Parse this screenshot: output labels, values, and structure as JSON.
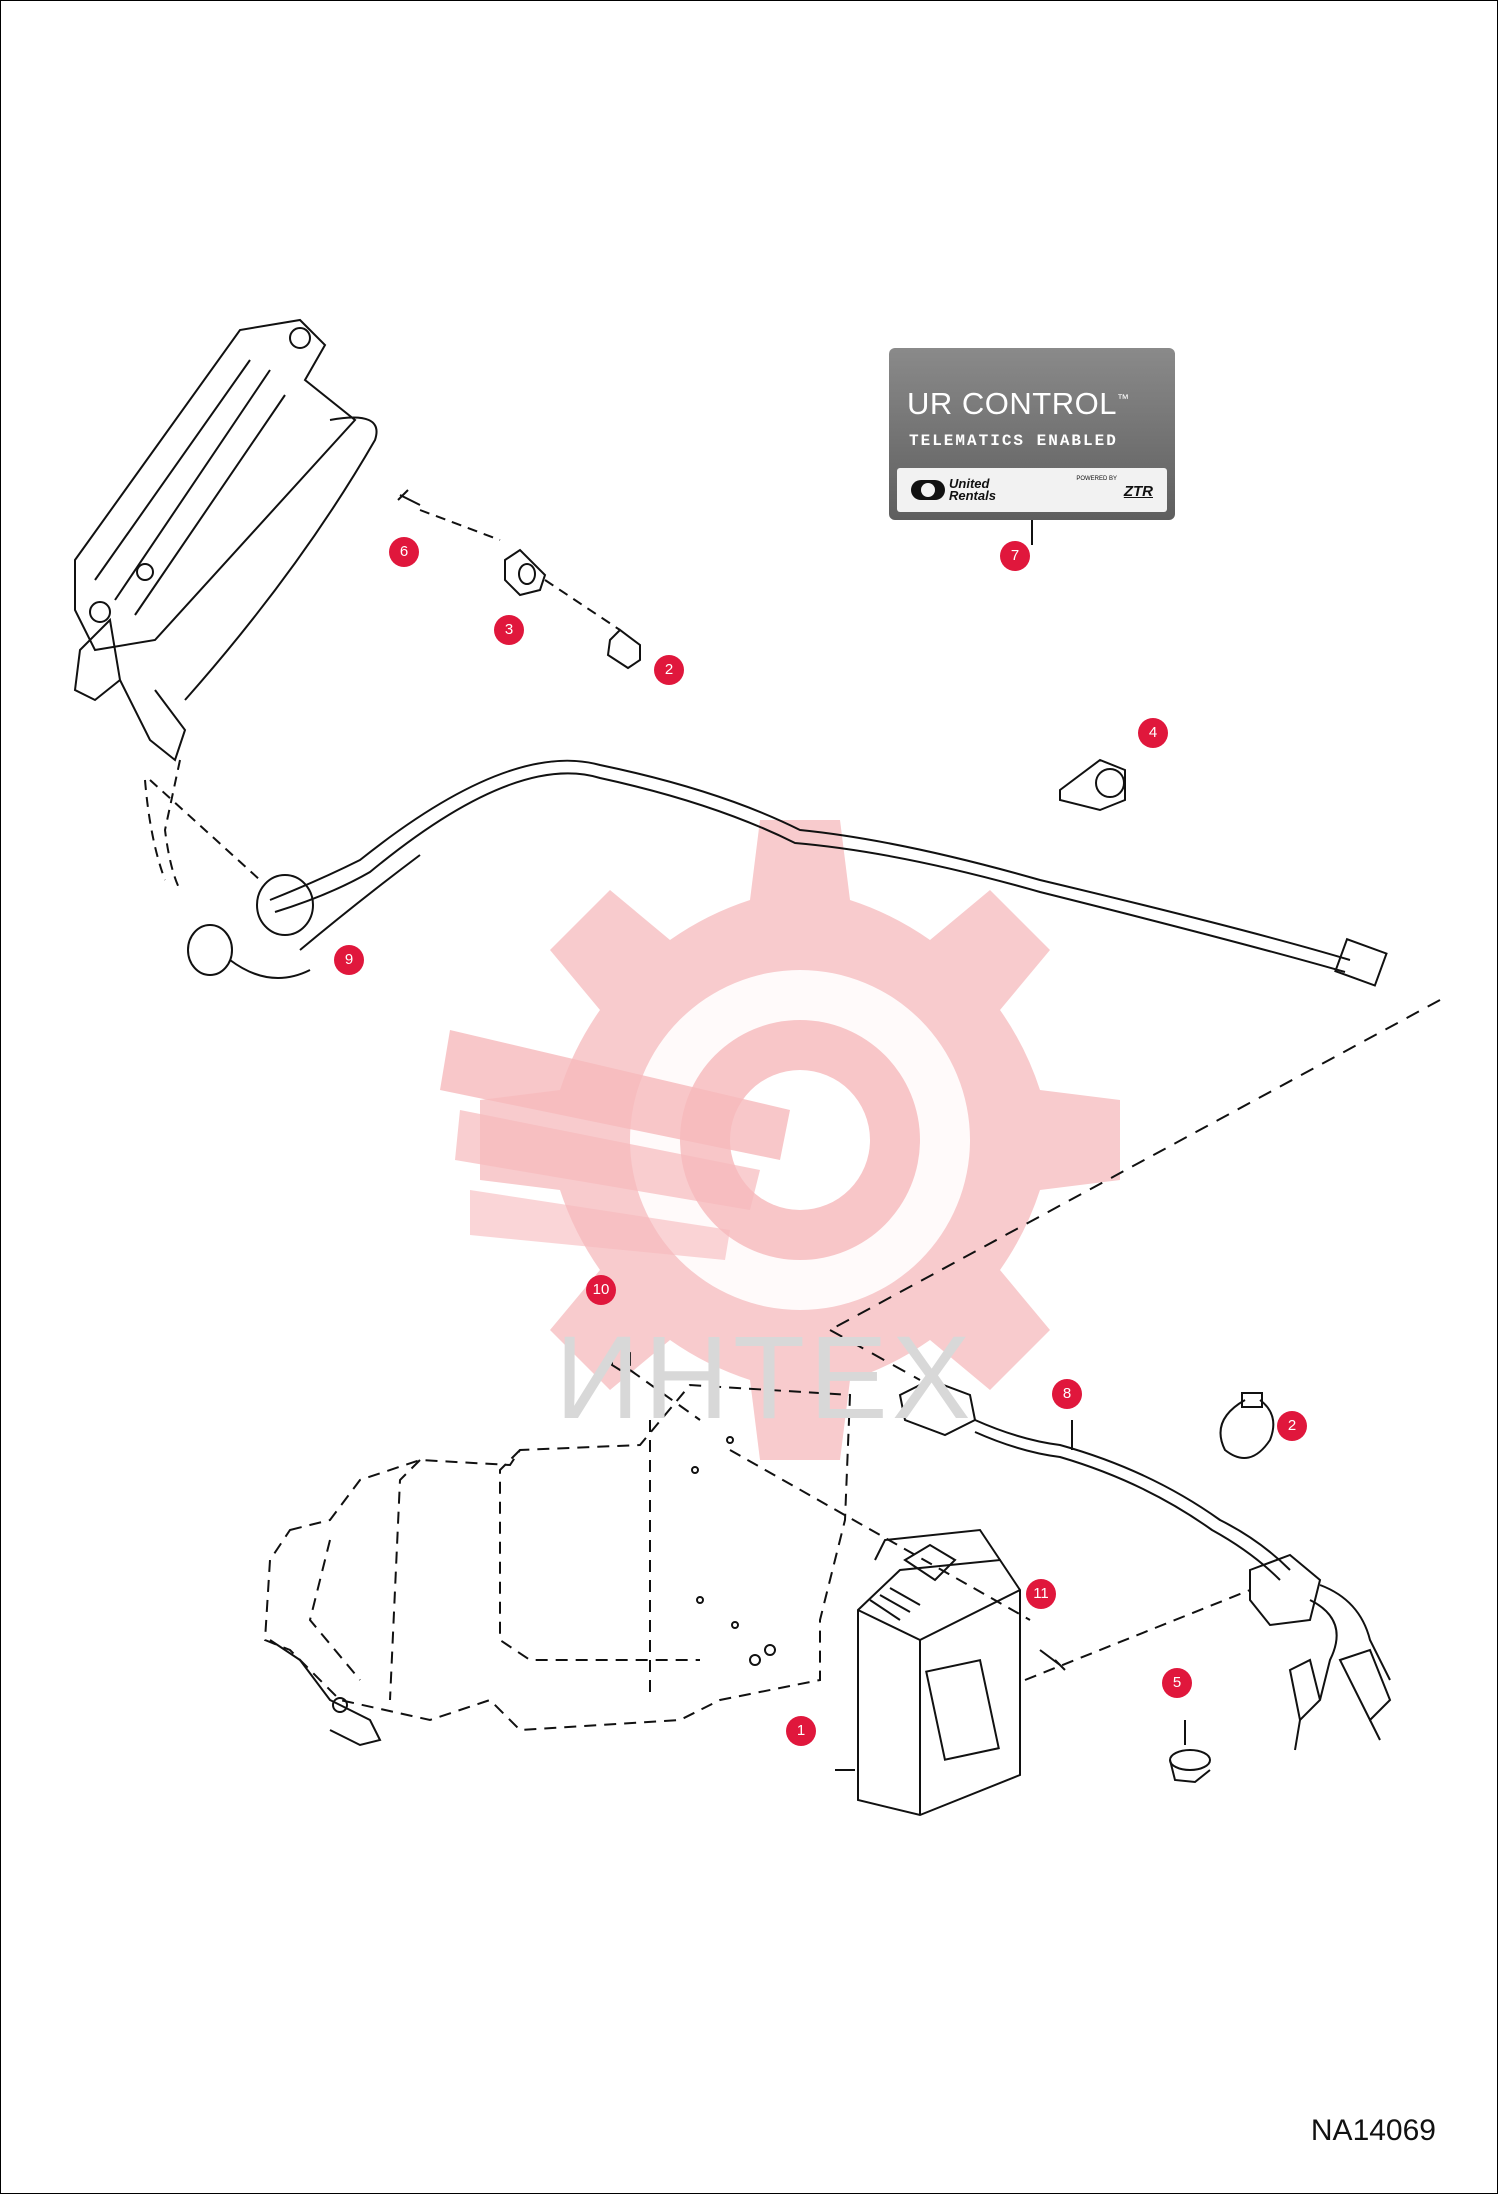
{
  "drawing_number": "NA14069",
  "watermark_text": "ИНТЕХ",
  "decal": {
    "title": "UR CONTROL",
    "title_mark": "™",
    "subtitle": "TELEMATICS ENABLED",
    "brand": "United Rentals",
    "powered_by": "POWERED BY",
    "ztr": "ZTR"
  },
  "callouts": [
    {
      "id": "callout-1",
      "label": "1"
    },
    {
      "id": "callout-2a",
      "label": "2"
    },
    {
      "id": "callout-2b",
      "label": "2"
    },
    {
      "id": "callout-3",
      "label": "3"
    },
    {
      "id": "callout-4",
      "label": "4"
    },
    {
      "id": "callout-5",
      "label": "5"
    },
    {
      "id": "callout-6",
      "label": "6"
    },
    {
      "id": "callout-7",
      "label": "7"
    },
    {
      "id": "callout-8",
      "label": "8"
    },
    {
      "id": "callout-9",
      "label": "9"
    },
    {
      "id": "callout-10",
      "label": "10"
    },
    {
      "id": "callout-11",
      "label": "11"
    }
  ],
  "colors": {
    "callout": "#e0173c",
    "watermark": "#f6b9bc",
    "line": "#111111"
  }
}
